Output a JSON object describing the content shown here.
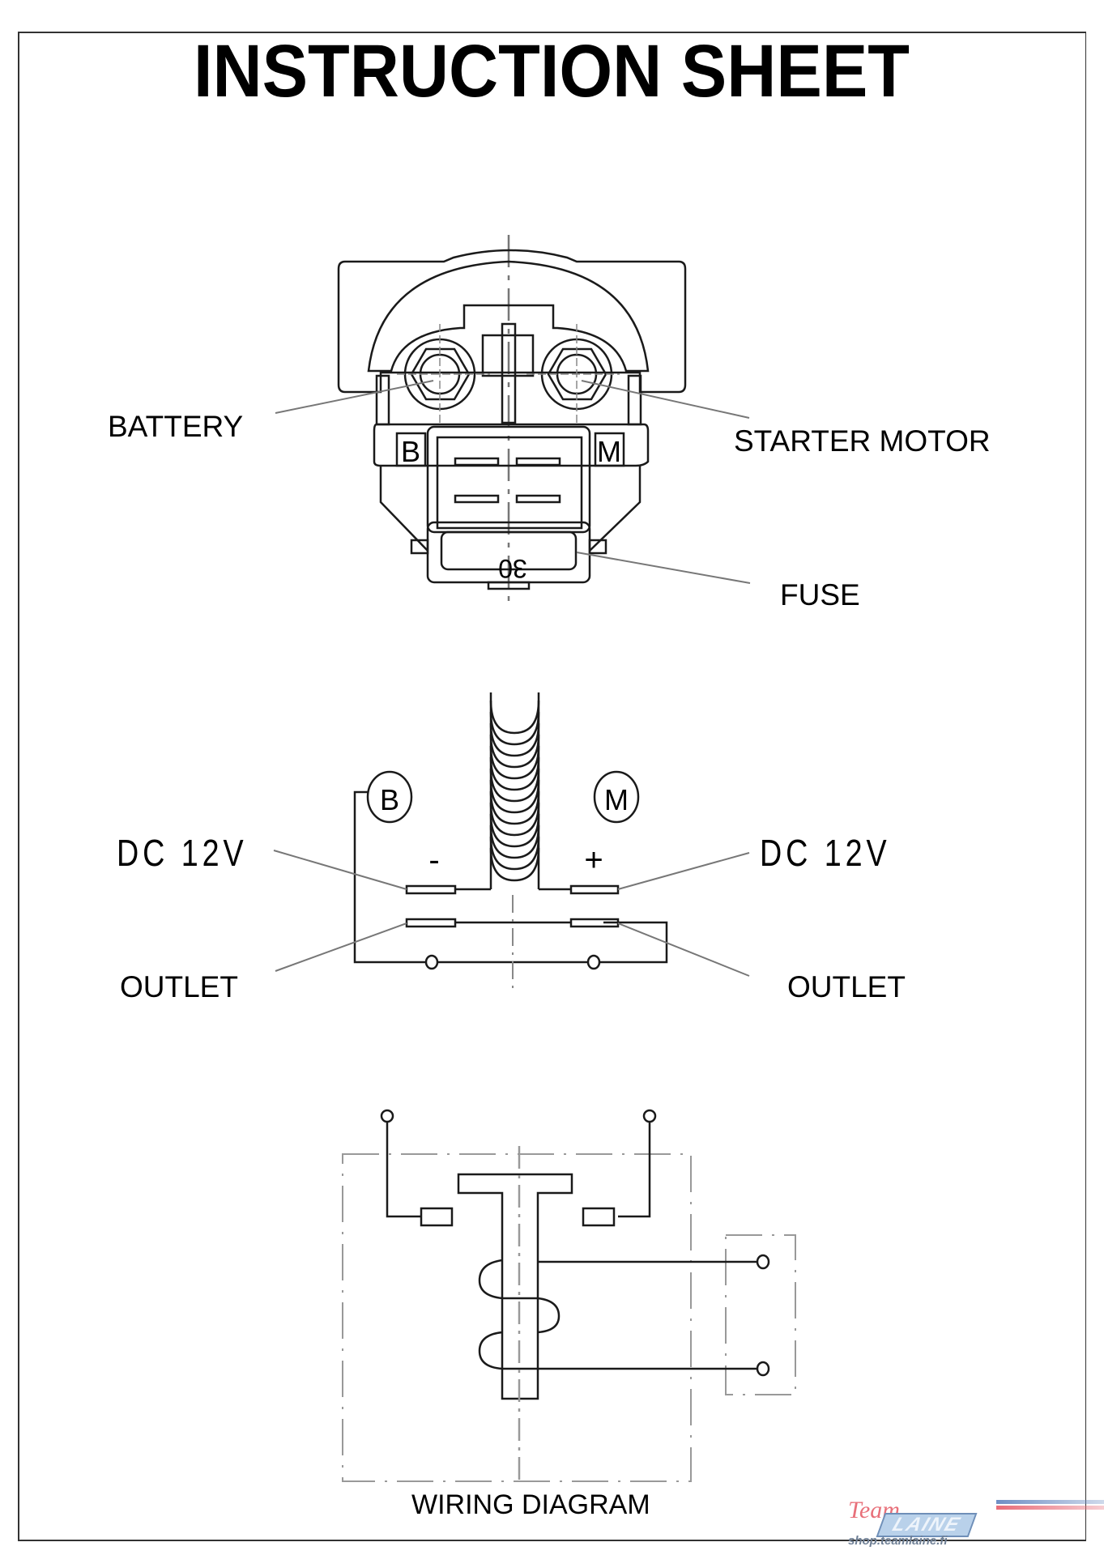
{
  "page": {
    "title": "INSTRUCTION SHEET"
  },
  "relay_front_view": {
    "labels": {
      "battery": "BATTERY",
      "starter_motor": "STARTER MOTOR",
      "fuse": "FUSE"
    },
    "terminal_marks": {
      "b": "B",
      "m": "M"
    },
    "fuse_rating": "30"
  },
  "coil_diagram": {
    "terminal_b": "B",
    "terminal_m": "M",
    "minus_sign": "-",
    "plus_sign": "+",
    "left_voltage": "DC 12V",
    "right_voltage": "DC 12V",
    "left_outlet": "OUTLET",
    "right_outlet": "OUTLET"
  },
  "wiring_diagram": {
    "caption": "WIRING DIAGRAM"
  },
  "branding": {
    "logo_script": "Team",
    "logo_word": "LAINE",
    "url": "shop.teamlaine.fi",
    "colors": {
      "red": "#e8707a",
      "blue": "#b9d1ea",
      "blue_outline": "#6f8fb8"
    }
  }
}
